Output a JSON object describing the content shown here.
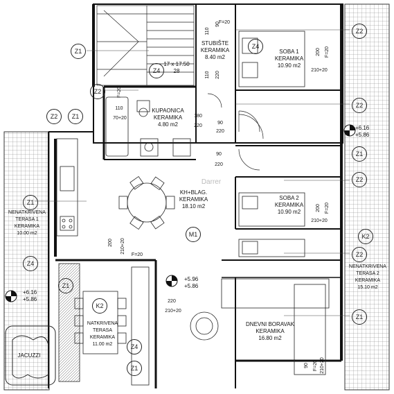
{
  "rooms": {
    "stubiste": {
      "name": "STUBIŠTE",
      "floor": "KERAMIKA",
      "area": "8.40 m2"
    },
    "stair_steps": {
      "text": "17 x 17.50",
      "rise": "28"
    },
    "soba1": {
      "name": "SOBA 1",
      "floor": "KERAMIKA",
      "area": "10.90 m2"
    },
    "kupaonica": {
      "name": "KUPAONICA",
      "floor": "KERAMIKA",
      "area": "4.80 m2"
    },
    "khblag": {
      "name": "KH+BLAG.",
      "floor": "KERAMIKA",
      "area": "18.10 m2"
    },
    "soba2": {
      "name": "SOBA 2",
      "floor": "KERAMIKA",
      "area": "10.90 m2"
    },
    "terasa1": {
      "name": "NENATKRIVENA",
      "name2": "TERASA 1",
      "floor": "KERAMIKA",
      "area": "10.00 m2"
    },
    "terasa2": {
      "name": "NENATKRIVENA",
      "name2": "TERASA 2",
      "floor": "KERAMIKA",
      "area": "15.10 m2"
    },
    "natkrivena": {
      "name": "NATKRIVENA",
      "name2": "TERASA",
      "floor": "KERAMIKA",
      "area": "11.00 m2"
    },
    "boravak": {
      "name": "DNEVNI BORAVAK",
      "floor": "KERAMIKA",
      "area": "16.80 m2"
    },
    "jacuzzi": {
      "name": "JACUZZI"
    }
  },
  "dims": {
    "d110a": "110",
    "d90a": "90",
    "d110b": "110",
    "d220a": "220",
    "d200s1": "200",
    "d21020s1": "210+20",
    "d110k": "110",
    "d7020": "70+20",
    "d180": "180",
    "d220k": "220",
    "d90b": "90",
    "d220b": "220",
    "d90c": "90",
    "d220c": "220",
    "d200s2": "200",
    "d21020s2": "210+20",
    "d200n": "200",
    "d21020n": "210+20",
    "d220d": "220",
    "d21020d": "210+20",
    "d90e": "90",
    "d21020e": "210+20",
    "fin_top": "F=20",
    "fin_k": "F=20",
    "fin_s1": "F=20",
    "fin_s2": "F=20",
    "fin_n": "F=20",
    "fin_b": "F=20"
  },
  "levels": {
    "right_a": "+6.16",
    "right_b": "+5.86",
    "center_a": "+5.96",
    "center_b": "+5.86",
    "left_a": "+6.16",
    "left_b": "+5.86"
  },
  "markers": {
    "z1": "Z1",
    "z2": "Z2",
    "z4": "Z4",
    "m1": "M1",
    "k2": "K2"
  },
  "watermark": "Darrer"
}
